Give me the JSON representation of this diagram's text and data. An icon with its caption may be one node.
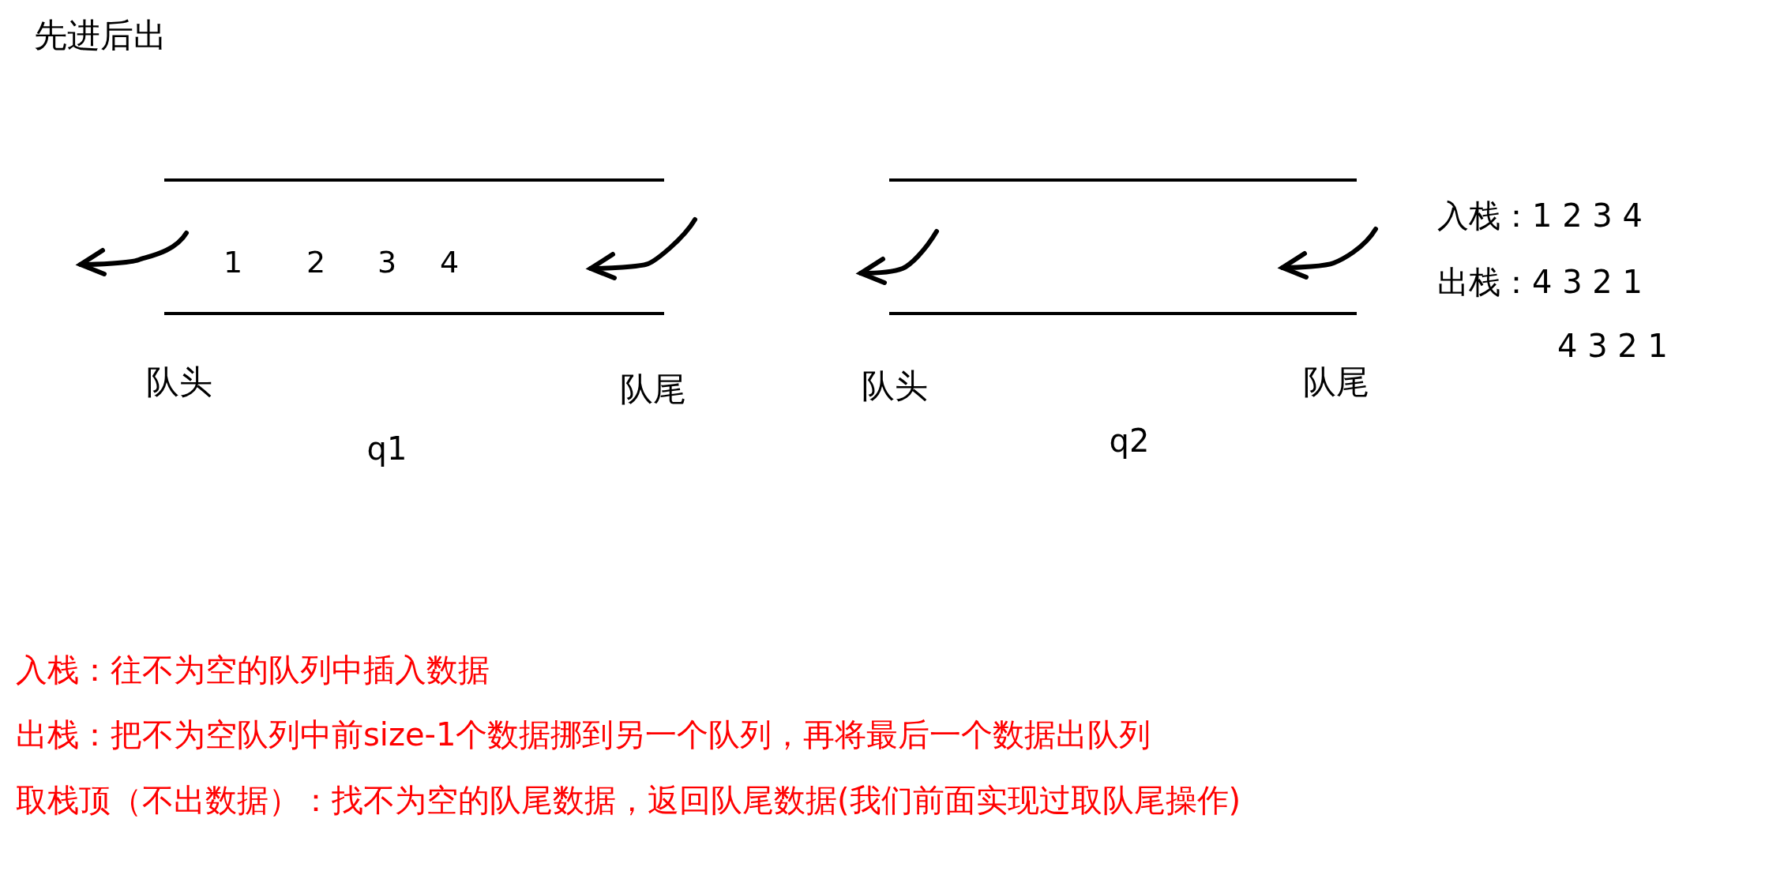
{
  "diagram": {
    "title": "先进后出",
    "labels": [
      "1",
      "2",
      "3",
      "4",
      "队头",
      "队尾",
      "q1",
      "队头",
      "队尾",
      "q2",
      "入栈：1 2 3 4",
      "出栈：4 3 2 1",
      "4 3 2 1",
      "入栈：往不为空的队列中插入数据",
      "出栈：把不为空队列中前size-1个数据挪到另一个队列，再将最后一个数据出队列",
      "取栈顶（不出数据）：找不为空的队尾数据，返回队尾数据(我们前面实现过取队尾操作)"
    ]
  }
}
